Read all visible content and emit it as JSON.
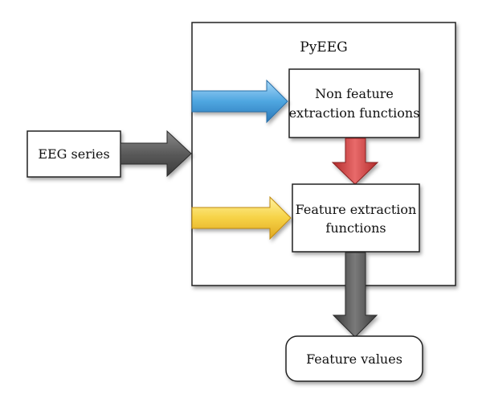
{
  "diagram": {
    "container_title": "PyEEG",
    "nodes": {
      "eeg_series": "EEG series",
      "non_feature_line1": "Non feature",
      "non_feature_line2": "extraction functions",
      "feature_extraction_line1": "Feature extraction",
      "feature_extraction_line2": "functions",
      "feature_values": "Feature values"
    },
    "colors": {
      "gray_arrow": "#5a5a5a",
      "blue_arrow": "#4fa6e0",
      "yellow_arrow": "#f6d246",
      "red_arrow": "#d94a4a",
      "box_border": "#222222"
    }
  }
}
